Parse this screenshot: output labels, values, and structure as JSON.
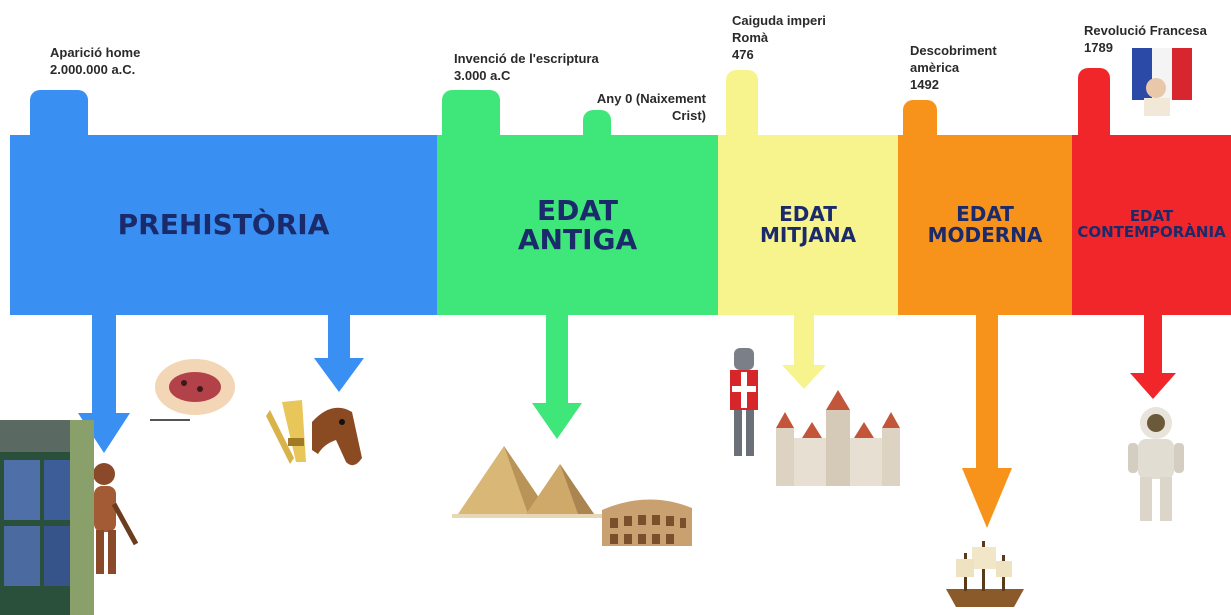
{
  "colors": {
    "prehistoria": "#3a8ff2",
    "antiga": "#3fe67a",
    "mitjana": "#f7f48e",
    "moderna": "#f7921b",
    "contemporania": "#f0262a",
    "label": "#1a2a6a"
  },
  "bands": [
    {
      "key": "prehistoria",
      "label": "PREHISTÒRIA"
    },
    {
      "key": "antiga",
      "label": "EDAT\nANTIGA"
    },
    {
      "key": "mitjana",
      "label": "EDAT\nMITJANA"
    },
    {
      "key": "moderna",
      "label": "EDAT\nMODERNA"
    },
    {
      "key": "contemporania",
      "label": "EDAT\nCONTEMPORÀNIA"
    }
  ],
  "events": [
    {
      "key": "aparicio",
      "text": "Aparició home\n2.000.000 a.C."
    },
    {
      "key": "escriptura",
      "text": "Invenció de l'escriptura\n3.000 a.C"
    },
    {
      "key": "any0",
      "text": "Any 0 (Naixement\nCrist)"
    },
    {
      "key": "roma",
      "text": "Caiguda imperi\nRomà\n476"
    },
    {
      "key": "america",
      "text": "Descobriment\namèrica\n1492"
    },
    {
      "key": "revolucio",
      "text": "Revolució Francesa\n1789"
    }
  ],
  "icons": [
    "caveman-icon",
    "cave-painting-icon",
    "wheat-horse-icon",
    "pyramids-icon",
    "colosseum-icon",
    "knight-icon",
    "castle-icon",
    "caravel-ship-icon",
    "astronaut-icon",
    "liberty-flag-icon",
    "shop-photo-icon"
  ]
}
